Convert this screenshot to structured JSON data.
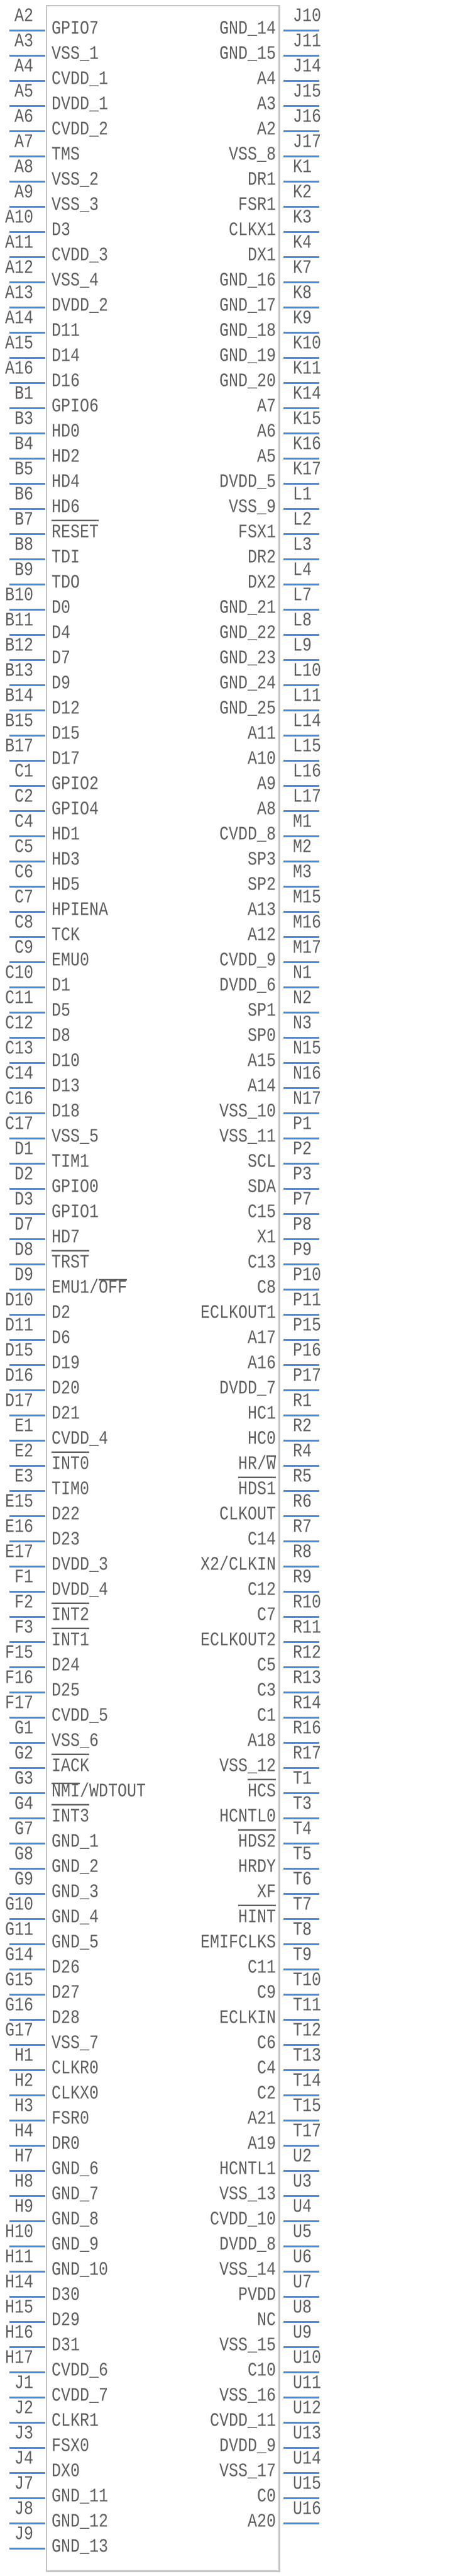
{
  "colors": {
    "pin_line": "#3f8cec",
    "text": "#5e5e5e",
    "outline": "#c4c4c4"
  },
  "left_pins": [
    {
      "number": "A2",
      "name": "GPIO7"
    },
    {
      "number": "A3",
      "name": "VSS_1"
    },
    {
      "number": "A4",
      "name": "CVDD_1"
    },
    {
      "number": "A5",
      "name": "DVDD_1"
    },
    {
      "number": "A6",
      "name": "CVDD_2"
    },
    {
      "number": "A7",
      "name": "TMS"
    },
    {
      "number": "A8",
      "name": "VSS_2"
    },
    {
      "number": "A9",
      "name": "VSS_3"
    },
    {
      "number": "A10",
      "name": "D3"
    },
    {
      "number": "A11",
      "name": "CVDD_3"
    },
    {
      "number": "A12",
      "name": "VSS_4"
    },
    {
      "number": "A13",
      "name": "DVDD_2"
    },
    {
      "number": "A14",
      "name": "D11"
    },
    {
      "number": "A15",
      "name": "D14"
    },
    {
      "number": "A16",
      "name": "D16"
    },
    {
      "number": "B1",
      "name": "GPIO6"
    },
    {
      "number": "B3",
      "name": "HD0"
    },
    {
      "number": "B4",
      "name": "HD2"
    },
    {
      "number": "B5",
      "name": "HD4"
    },
    {
      "number": "B6",
      "name": "HD6"
    },
    {
      "number": "B7",
      "name": "RESET",
      "active_low": true
    },
    {
      "number": "B8",
      "name": "TDI"
    },
    {
      "number": "B9",
      "name": "TDO"
    },
    {
      "number": "B10",
      "name": "D0"
    },
    {
      "number": "B11",
      "name": "D4"
    },
    {
      "number": "B12",
      "name": "D7"
    },
    {
      "number": "B13",
      "name": "D9"
    },
    {
      "number": "B14",
      "name": "D12"
    },
    {
      "number": "B15",
      "name": "D15"
    },
    {
      "number": "B17",
      "name": "D17"
    },
    {
      "number": "C1",
      "name": "GPIO2"
    },
    {
      "number": "C2",
      "name": "GPIO4"
    },
    {
      "number": "C4",
      "name": "HD1"
    },
    {
      "number": "C5",
      "name": "HD3"
    },
    {
      "number": "C6",
      "name": "HD5"
    },
    {
      "number": "C7",
      "name": "HPIENA"
    },
    {
      "number": "C8",
      "name": "TCK"
    },
    {
      "number": "C9",
      "name": "EMU0"
    },
    {
      "number": "C10",
      "name": "D1"
    },
    {
      "number": "C11",
      "name": "D5"
    },
    {
      "number": "C12",
      "name": "D8"
    },
    {
      "number": "C13",
      "name": "D10"
    },
    {
      "number": "C14",
      "name": "D13"
    },
    {
      "number": "C16",
      "name": "D18"
    },
    {
      "number": "C17",
      "name": "VSS_5"
    },
    {
      "number": "D1",
      "name": "TIM1"
    },
    {
      "number": "D2",
      "name": "GPIO0"
    },
    {
      "number": "D3",
      "name": "GPIO1"
    },
    {
      "number": "D7",
      "name": "HD7"
    },
    {
      "number": "D8",
      "name": "TRST",
      "active_low": true
    },
    {
      "number": "D9",
      "name": "EMU1/OFF",
      "overline_range": [
        5,
        8
      ]
    },
    {
      "number": "D10",
      "name": "D2"
    },
    {
      "number": "D11",
      "name": "D6"
    },
    {
      "number": "D15",
      "name": "D19"
    },
    {
      "number": "D16",
      "name": "D20"
    },
    {
      "number": "D17",
      "name": "D21"
    },
    {
      "number": "E1",
      "name": "CVDD_4"
    },
    {
      "number": "E2",
      "name": "INT0",
      "active_low": true
    },
    {
      "number": "E3",
      "name": "TIM0"
    },
    {
      "number": "E15",
      "name": "D22"
    },
    {
      "number": "E16",
      "name": "D23"
    },
    {
      "number": "E17",
      "name": "DVDD_3"
    },
    {
      "number": "F1",
      "name": "DVDD_4"
    },
    {
      "number": "F2",
      "name": "INT2",
      "active_low": true
    },
    {
      "number": "F3",
      "name": "INT1",
      "active_low": true
    },
    {
      "number": "F15",
      "name": "D24"
    },
    {
      "number": "F16",
      "name": "D25"
    },
    {
      "number": "F17",
      "name": "CVDD_5"
    },
    {
      "number": "G1",
      "name": "VSS_6"
    },
    {
      "number": "G2",
      "name": "IACK",
      "active_low": true
    },
    {
      "number": "G3",
      "name": "NMI/WDTOUT",
      "overline_range": [
        0,
        3
      ]
    },
    {
      "number": "G4",
      "name": "INT3",
      "active_low": true
    },
    {
      "number": "G7",
      "name": "GND_1"
    },
    {
      "number": "G8",
      "name": "GND_2"
    },
    {
      "number": "G9",
      "name": "GND_3"
    },
    {
      "number": "G10",
      "name": "GND_4"
    },
    {
      "number": "G11",
      "name": "GND_5"
    },
    {
      "number": "G14",
      "name": "D26"
    },
    {
      "number": "G15",
      "name": "D27"
    },
    {
      "number": "G16",
      "name": "D28"
    },
    {
      "number": "G17",
      "name": "VSS_7"
    },
    {
      "number": "H1",
      "name": "CLKR0"
    },
    {
      "number": "H2",
      "name": "CLKX0"
    },
    {
      "number": "H3",
      "name": "FSR0"
    },
    {
      "number": "H4",
      "name": "DR0"
    },
    {
      "number": "H7",
      "name": "GND_6"
    },
    {
      "number": "H8",
      "name": "GND_7"
    },
    {
      "number": "H9",
      "name": "GND_8"
    },
    {
      "number": "H10",
      "name": "GND_9"
    },
    {
      "number": "H11",
      "name": "GND_10"
    },
    {
      "number": "H14",
      "name": "D30"
    },
    {
      "number": "H15",
      "name": "D29"
    },
    {
      "number": "H16",
      "name": "D31"
    },
    {
      "number": "H17",
      "name": "CVDD_6"
    },
    {
      "number": "J1",
      "name": "CVDD_7"
    },
    {
      "number": "J2",
      "name": "CLKR1"
    },
    {
      "number": "J3",
      "name": "FSX0"
    },
    {
      "number": "J4",
      "name": "DX0"
    },
    {
      "number": "J7",
      "name": "GND_11"
    },
    {
      "number": "J8",
      "name": "GND_12"
    },
    {
      "number": "J9",
      "name": "GND_13"
    }
  ],
  "right_pins": [
    {
      "number": "J10",
      "name": "GND_14"
    },
    {
      "number": "J11",
      "name": "GND_15"
    },
    {
      "number": "J14",
      "name": "A4"
    },
    {
      "number": "J15",
      "name": "A3"
    },
    {
      "number": "J16",
      "name": "A2"
    },
    {
      "number": "J17",
      "name": "VSS_8"
    },
    {
      "number": "K1",
      "name": "DR1"
    },
    {
      "number": "K2",
      "name": "FSR1"
    },
    {
      "number": "K3",
      "name": "CLKX1"
    },
    {
      "number": "K4",
      "name": "DX1"
    },
    {
      "number": "K7",
      "name": "GND_16"
    },
    {
      "number": "K8",
      "name": "GND_17"
    },
    {
      "number": "K9",
      "name": "GND_18"
    },
    {
      "number": "K10",
      "name": "GND_19"
    },
    {
      "number": "K11",
      "name": "GND_20"
    },
    {
      "number": "K14",
      "name": "A7"
    },
    {
      "number": "K15",
      "name": "A6"
    },
    {
      "number": "K16",
      "name": "A5"
    },
    {
      "number": "K17",
      "name": "DVDD_5"
    },
    {
      "number": "L1",
      "name": "VSS_9"
    },
    {
      "number": "L2",
      "name": "FSX1"
    },
    {
      "number": "L3",
      "name": "DR2"
    },
    {
      "number": "L4",
      "name": "DX2"
    },
    {
      "number": "L7",
      "name": "GND_21"
    },
    {
      "number": "L8",
      "name": "GND_22"
    },
    {
      "number": "L9",
      "name": "GND_23"
    },
    {
      "number": "L10",
      "name": "GND_24"
    },
    {
      "number": "L11",
      "name": "GND_25"
    },
    {
      "number": "L14",
      "name": "A11"
    },
    {
      "number": "L15",
      "name": "A10"
    },
    {
      "number": "L16",
      "name": "A9"
    },
    {
      "number": "L17",
      "name": "A8"
    },
    {
      "number": "M1",
      "name": "CVDD_8"
    },
    {
      "number": "M2",
      "name": "SP3"
    },
    {
      "number": "M3",
      "name": "SP2"
    },
    {
      "number": "M15",
      "name": "A13"
    },
    {
      "number": "M16",
      "name": "A12"
    },
    {
      "number": "M17",
      "name": "CVDD_9"
    },
    {
      "number": "N1",
      "name": "DVDD_6"
    },
    {
      "number": "N2",
      "name": "SP1"
    },
    {
      "number": "N3",
      "name": "SP0"
    },
    {
      "number": "N15",
      "name": "A15"
    },
    {
      "number": "N16",
      "name": "A14"
    },
    {
      "number": "N17",
      "name": "VSS_10"
    },
    {
      "number": "P1",
      "name": "VSS_11"
    },
    {
      "number": "P2",
      "name": "SCL"
    },
    {
      "number": "P3",
      "name": "SDA"
    },
    {
      "number": "P7",
      "name": "C15"
    },
    {
      "number": "P8",
      "name": "X1"
    },
    {
      "number": "P9",
      "name": "C13"
    },
    {
      "number": "P10",
      "name": "C8"
    },
    {
      "number": "P11",
      "name": "ECLKOUT1"
    },
    {
      "number": "P15",
      "name": "A17"
    },
    {
      "number": "P16",
      "name": "A16"
    },
    {
      "number": "P17",
      "name": "DVDD_7"
    },
    {
      "number": "R1",
      "name": "HC1"
    },
    {
      "number": "R2",
      "name": "HC0"
    },
    {
      "number": "R4",
      "name": "HR/W",
      "overline_range": [
        3,
        4
      ]
    },
    {
      "number": "R5",
      "name": "HDS1",
      "active_low": true
    },
    {
      "number": "R6",
      "name": "CLKOUT"
    },
    {
      "number": "R7",
      "name": "C14"
    },
    {
      "number": "R8",
      "name": "X2/CLKIN"
    },
    {
      "number": "R9",
      "name": "C12"
    },
    {
      "number": "R10",
      "name": "C7"
    },
    {
      "number": "R11",
      "name": "ECLKOUT2"
    },
    {
      "number": "R12",
      "name": "C5"
    },
    {
      "number": "R13",
      "name": "C3"
    },
    {
      "number": "R14",
      "name": "C1"
    },
    {
      "number": "R16",
      "name": "A18"
    },
    {
      "number": "R17",
      "name": "VSS_12"
    },
    {
      "number": "T1",
      "name": "HCS",
      "active_low": true
    },
    {
      "number": "T3",
      "name": "HCNTL0"
    },
    {
      "number": "T4",
      "name": "HDS2",
      "active_low": true
    },
    {
      "number": "T5",
      "name": "HRDY"
    },
    {
      "number": "T6",
      "name": "XF"
    },
    {
      "number": "T7",
      "name": "HINT",
      "active_low": true
    },
    {
      "number": "T8",
      "name": "EMIFCLKS"
    },
    {
      "number": "T9",
      "name": "C11"
    },
    {
      "number": "T10",
      "name": "C9"
    },
    {
      "number": "T11",
      "name": "ECLKIN"
    },
    {
      "number": "T12",
      "name": "C6"
    },
    {
      "number": "T13",
      "name": "C4"
    },
    {
      "number": "T14",
      "name": "C2"
    },
    {
      "number": "T15",
      "name": "A21"
    },
    {
      "number": "T17",
      "name": "A19"
    },
    {
      "number": "U2",
      "name": "HCNTL1"
    },
    {
      "number": "U3",
      "name": "VSS_13"
    },
    {
      "number": "U4",
      "name": "CVDD_10"
    },
    {
      "number": "U5",
      "name": "DVDD_8"
    },
    {
      "number": "U6",
      "name": "VSS_14"
    },
    {
      "number": "U7",
      "name": "PVDD"
    },
    {
      "number": "U8",
      "name": "NC"
    },
    {
      "number": "U9",
      "name": "VSS_15"
    },
    {
      "number": "U10",
      "name": "C10"
    },
    {
      "number": "U11",
      "name": "VSS_16"
    },
    {
      "number": "U12",
      "name": "CVDD_11"
    },
    {
      "number": "U13",
      "name": "DVDD_9"
    },
    {
      "number": "U14",
      "name": "VSS_17"
    },
    {
      "number": "U15",
      "name": "C0"
    },
    {
      "number": "U16",
      "name": "A20"
    }
  ]
}
